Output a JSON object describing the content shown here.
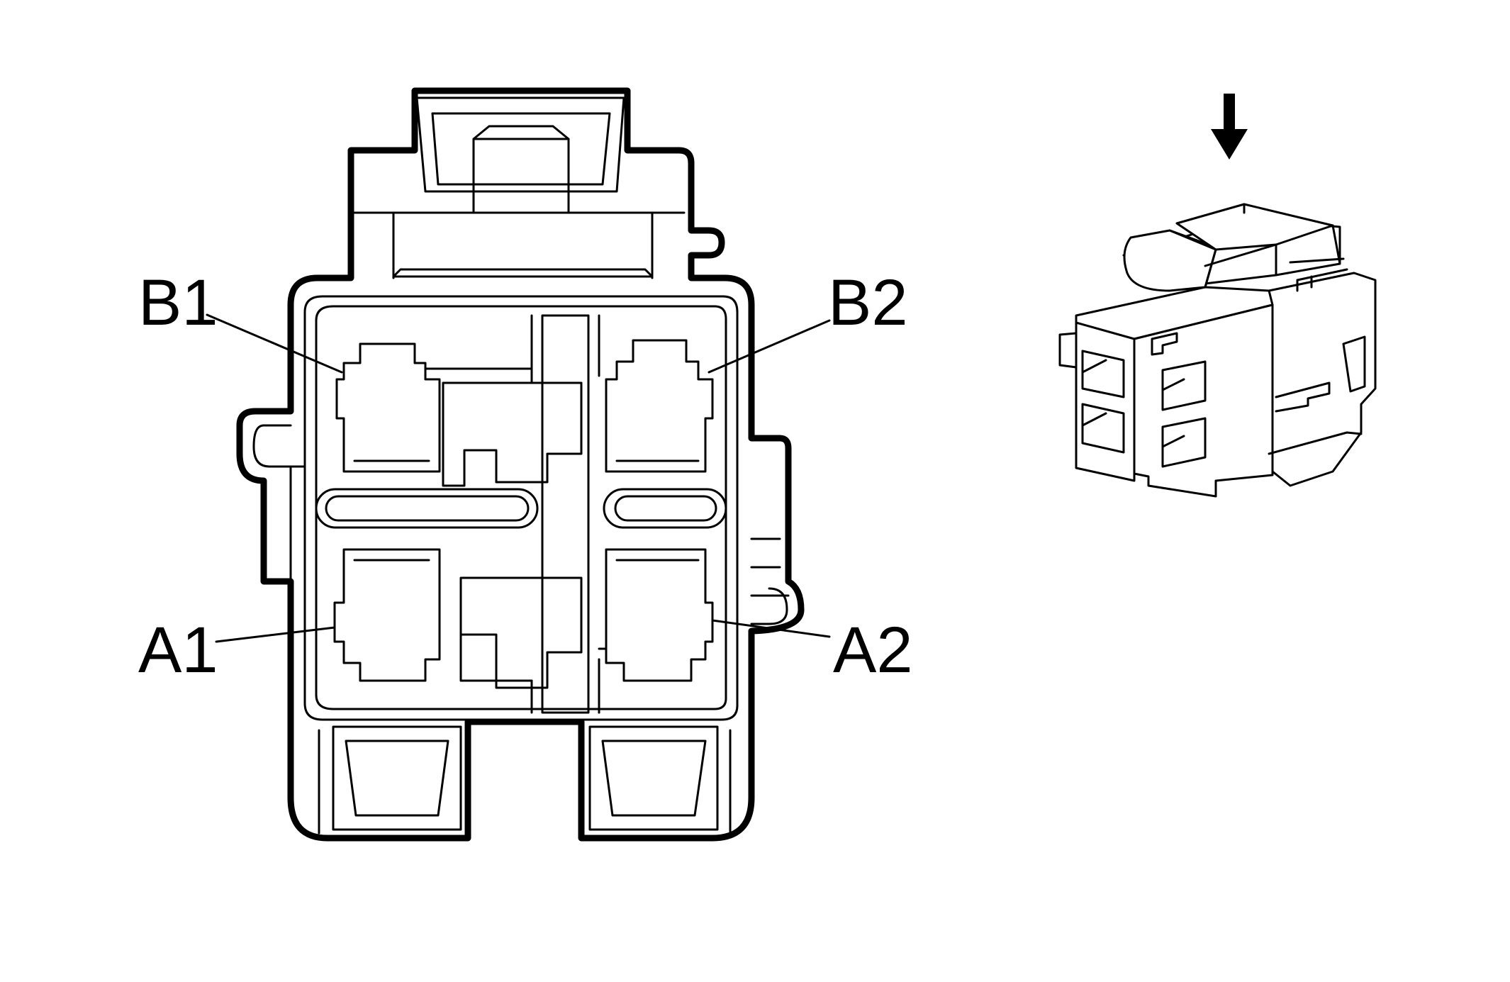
{
  "diagram": {
    "pins": {
      "b1": "B1",
      "b2": "B2",
      "a1": "A1",
      "a2": "A2"
    },
    "line_color": "#000000",
    "background_color": "#ffffff",
    "icons": [
      "view-direction-arrow-icon",
      "connector-3d-view-icon"
    ]
  }
}
